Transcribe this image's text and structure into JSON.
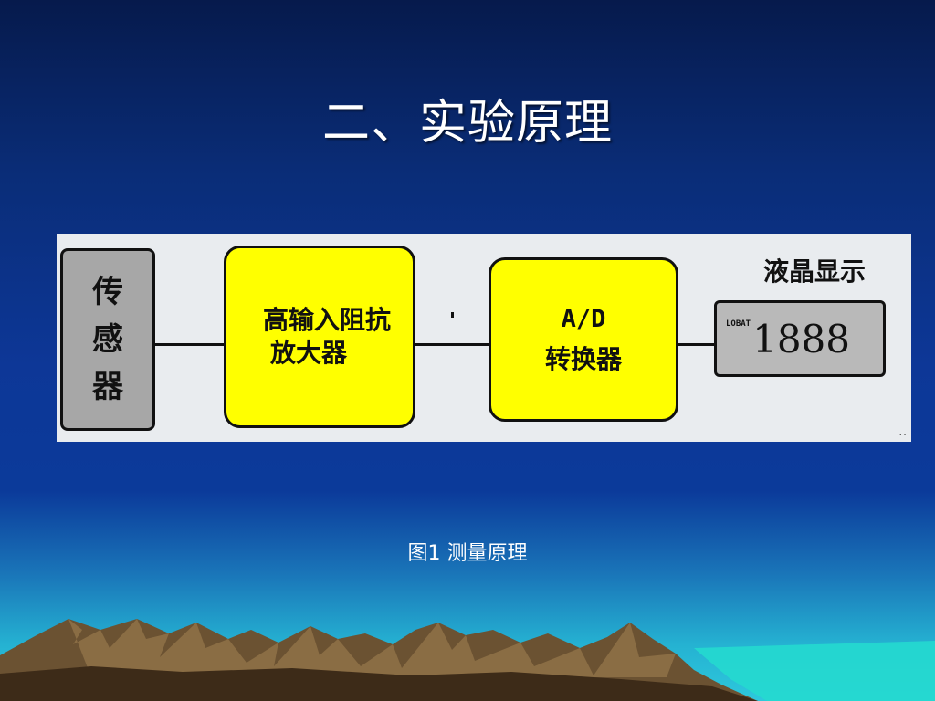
{
  "slide": {
    "title": "二、实验原理",
    "caption": "图1 测量原理"
  },
  "diagram": {
    "sensor": {
      "lines": [
        "传",
        "感",
        "器"
      ]
    },
    "amplifier": {
      "lines": [
        "高输入阻抗",
        "放大器"
      ]
    },
    "adc": {
      "lines": [
        "A/D",
        "转换器"
      ]
    },
    "lcd": {
      "label": "液晶显示",
      "small_text": "LOBAT",
      "reading": "1888"
    },
    "corner_mark": "..",
    "colors": {
      "panel": "#e9ecef",
      "sensor_block": "#a7a7a7",
      "processing_block": "#ffff00",
      "lcd_block": "#b9b9b9"
    }
  }
}
